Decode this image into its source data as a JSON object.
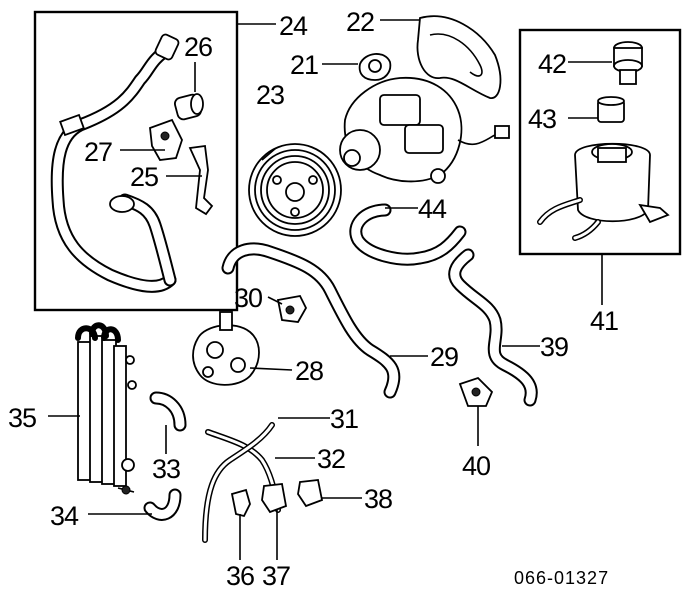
{
  "reference_code": "066-01327",
  "callouts": {
    "p21": "21",
    "p22": "22",
    "p23": "23",
    "p24": "24",
    "p25": "25",
    "p26": "26",
    "p27": "27",
    "p28": "28",
    "p29": "29",
    "p30": "30",
    "p31": "31",
    "p32": "32",
    "p33": "33",
    "p34": "34",
    "p35": "35",
    "p36": "36",
    "p37": "37",
    "p38": "38",
    "p39": "39",
    "p40": "40",
    "p41": "41",
    "p42": "42",
    "p43": "43",
    "p44": "44"
  }
}
